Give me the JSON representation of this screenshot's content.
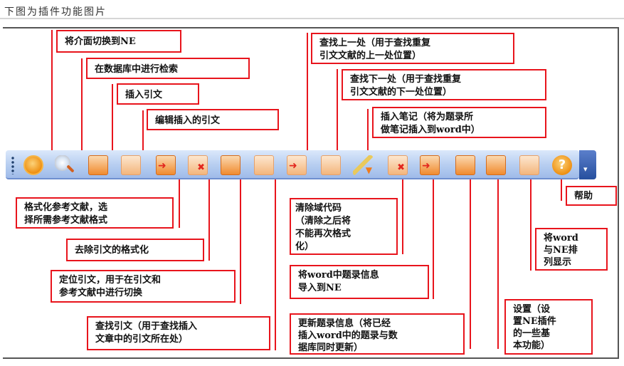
{
  "header": {
    "title": "下图为插件功能图片"
  },
  "toolbar": {
    "buttons": [
      {
        "id": "switch-to-ne",
        "icon": "endnote-logo-icon",
        "label": "将介面切换到NE"
      },
      {
        "id": "search-database",
        "icon": "magnifier-icon",
        "label": "在数据库中进行检索"
      },
      {
        "id": "insert-citation",
        "icon": "insert-citation-icon",
        "label": "插入引文"
      },
      {
        "id": "edit-citation",
        "icon": "edit-citation-icon",
        "label": "编辑插入的引文"
      },
      {
        "id": "format-bibliography",
        "icon": "format-bibliography-icon",
        "label": "格式化参考文献，选择所需参考文献格式"
      },
      {
        "id": "remove-formatting",
        "icon": "remove-formatting-icon",
        "label": "去除引文的格式化"
      },
      {
        "id": "go-to-citation",
        "icon": "locate-citation-icon",
        "label": "定位引文，用于在引文和参考文献中进行切换"
      },
      {
        "id": "find-citation",
        "icon": "find-citation-icon",
        "label": "查找引文（用于查找插入文章中的引文所在处）"
      },
      {
        "id": "find-previous",
        "icon": "find-previous-icon",
        "label": "查找上一处（用于查找重复引文文献的上一处位置）"
      },
      {
        "id": "find-next",
        "icon": "find-next-icon",
        "label": "查找下一处（用于查找重复引文文献的下一处位置）"
      },
      {
        "id": "insert-note",
        "icon": "pencil-down-icon",
        "label": "插入笔记（将为题录所做笔记插入到word中）"
      },
      {
        "id": "clear-field-codes",
        "icon": "clear-field-codes-icon",
        "label": "清除域代码（清除之后将不能再次格式化）"
      },
      {
        "id": "import-to-ne",
        "icon": "import-database-icon",
        "label": "将word中题录信息导入到NE"
      },
      {
        "id": "update-records",
        "icon": "update-records-icon",
        "label": "更新题录信息（将已经插入word中的题录与数据库同时更新）"
      },
      {
        "id": "settings",
        "icon": "settings-icon",
        "label": "设置（设置NE插件的一些基本功能）"
      },
      {
        "id": "tile-windows",
        "icon": "tile-windows-icon",
        "label": "将word与NE排列显示"
      },
      {
        "id": "help",
        "icon": "help-icon",
        "label": "帮助",
        "glyph": "?"
      }
    ],
    "overflow_glyph": "▾"
  },
  "callouts": {
    "switch_ne": "将介面切换到NE",
    "search_db": "在数据库中进行检索",
    "insert_cite": "插入引文",
    "edit_cite": "编辑插入的引文",
    "find_prev": "查找上一处（用于查找重复\n引文文献的上一处位置）",
    "find_next": "查找下一处（用于查找重复\n引文文献的下一处位置）",
    "insert_note": "插入笔记（将为题录所\n做笔记插入到word中）",
    "format_bib": "格式化参考文献，选\n择所需参考文献格式",
    "remove_fmt": "去除引文的格式化",
    "locate_cite": "定位引文，用于在引文和\n参考文献中进行切换",
    "find_cite": "查找引文（用于查找插入\n文章中的引文所在处）",
    "clear_codes": "清除域代码\n（清除之后将\n不能再次格式\n化）",
    "import_ne": "将word中题录信息\n导入到NE",
    "update_rec": "更新题录信息（将已经\n插入word中的题录与数\n据库同时更新）",
    "settings": "设置（设\n置NE插件\n的一些基\n本功能）",
    "tile": "将word\n与NE排\n列显示",
    "help": "帮助"
  },
  "colors": {
    "callout_border": "#e8141c",
    "toolbar_top": "#dbe8fb",
    "toolbar_bottom": "#9fbbe9",
    "icon_orange": "#f08a2f"
  }
}
